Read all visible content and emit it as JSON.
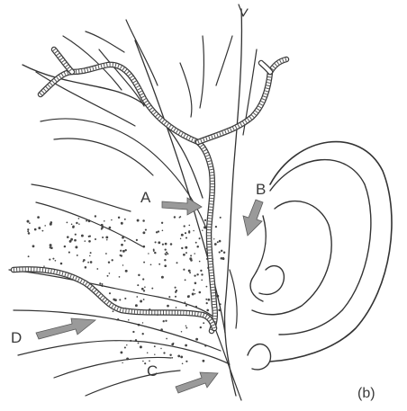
{
  "labels": {
    "a": "A",
    "b": "B",
    "c": "C",
    "d": "D"
  },
  "panel_label": "(b)",
  "colors": {
    "ink": "#333333",
    "arrow_fill": "#9a9a9a",
    "background": "#ffffff"
  }
}
